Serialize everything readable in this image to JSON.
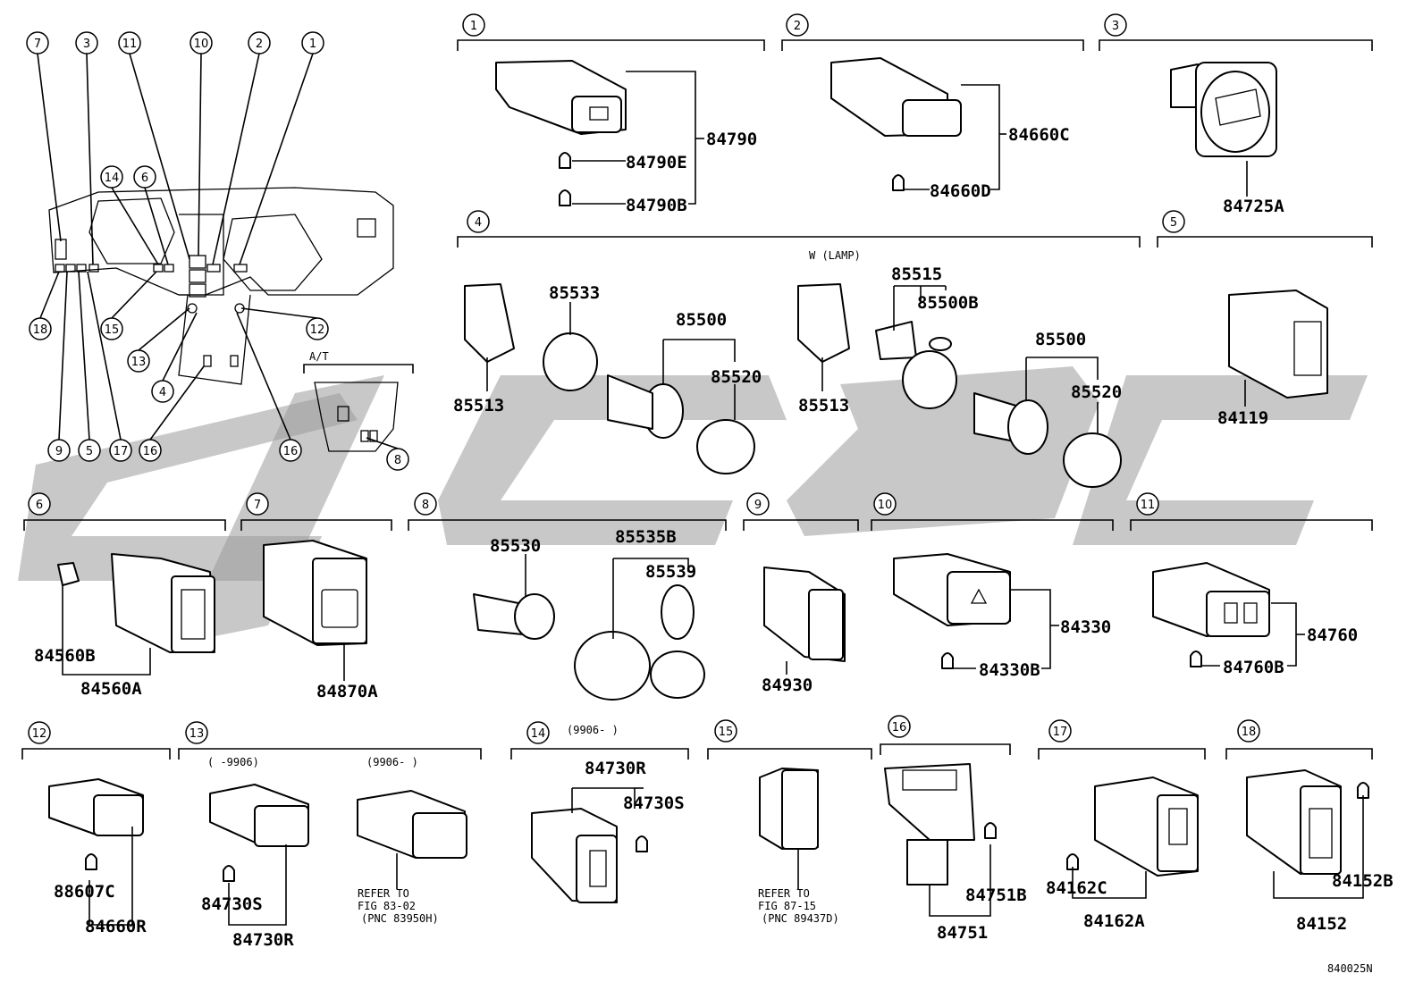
{
  "diagram_code": "840025N",
  "overview": {
    "callouts": [
      "7",
      "3",
      "11",
      "10",
      "2",
      "1",
      "14",
      "6",
      "18",
      "15",
      "13",
      "4",
      "12",
      "9",
      "5",
      "17",
      "16",
      "8",
      "16"
    ],
    "inset_label": "A/T"
  },
  "sections": [
    {
      "num": "1",
      "parts": [
        "84790",
        "84790E",
        "84790B"
      ]
    },
    {
      "num": "2",
      "parts": [
        "84660C",
        "84660D"
      ]
    },
    {
      "num": "3",
      "parts": [
        "84725A"
      ]
    },
    {
      "num": "4",
      "note": "W (LAMP)",
      "parts": [
        "85533",
        "85500",
        "85520",
        "85513",
        "85515",
        "85500B",
        "85500",
        "85520",
        "85513"
      ]
    },
    {
      "num": "5",
      "parts": [
        "84119"
      ]
    },
    {
      "num": "6",
      "parts": [
        "84560B",
        "84560A"
      ]
    },
    {
      "num": "7",
      "parts": [
        "84870A"
      ]
    },
    {
      "num": "8",
      "parts": [
        "85530",
        "85535B",
        "85539"
      ]
    },
    {
      "num": "9",
      "parts": [
        "84930"
      ]
    },
    {
      "num": "10",
      "parts": [
        "84330",
        "84330B"
      ]
    },
    {
      "num": "11",
      "parts": [
        "84760",
        "84760B"
      ]
    },
    {
      "num": "12",
      "parts": [
        "88607C",
        "84660R"
      ]
    },
    {
      "num": "13",
      "notes": [
        "(     -9906)",
        "(9906-      )"
      ],
      "parts": [
        "84730S",
        "84730R"
      ],
      "refer": [
        "REFER TO",
        "FIG 83-02",
        "(PNC 83950H)"
      ]
    },
    {
      "num": "14",
      "note": "(9906-      )",
      "parts": [
        "84730R",
        "84730S"
      ]
    },
    {
      "num": "15",
      "refer": [
        "REFER TO",
        "FIG 87-15",
        "(PNC 89437D)"
      ]
    },
    {
      "num": "16",
      "parts": [
        "84751B",
        "84751"
      ]
    },
    {
      "num": "17",
      "parts": [
        "84162C",
        "84162A"
      ]
    },
    {
      "num": "18",
      "parts": [
        "84152B",
        "84152"
      ]
    }
  ]
}
